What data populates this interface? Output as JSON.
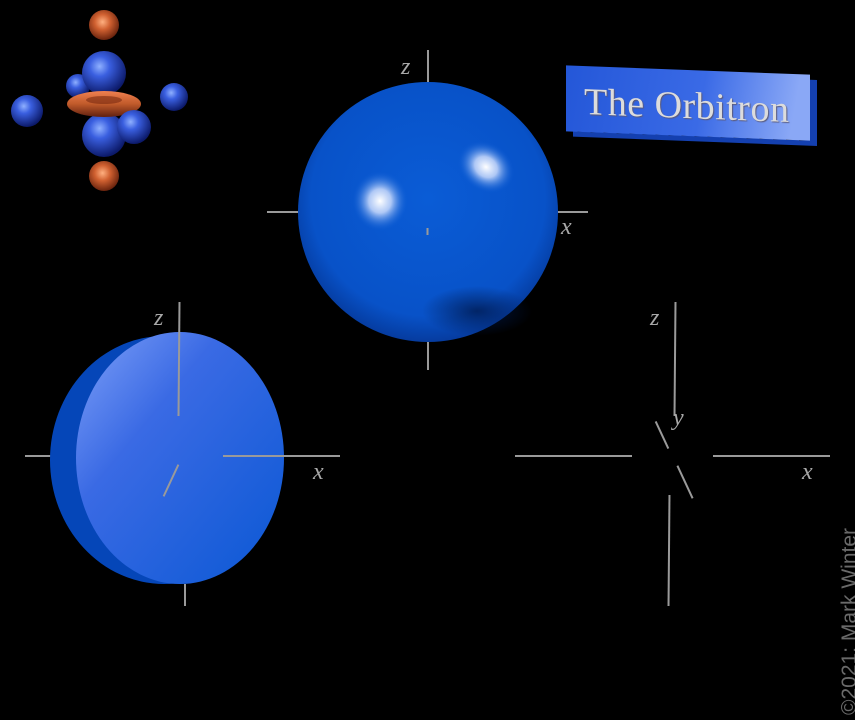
{
  "title": "The Orbitron",
  "copyright": "©2021: Mark Winter",
  "colors": {
    "background": "#000000",
    "orbital_blue": "#0a5ad4",
    "disc_blue": "#2a6ae0",
    "lobe_orange": "#c85a28",
    "axis_gray": "#9a9a9a",
    "title_box": "#3a6ae6"
  },
  "thumbnail": {
    "description": "f-orbital icon with blue and orange lobes",
    "lobes": [
      "blue",
      "orange"
    ]
  },
  "panels": [
    {
      "name": "sphere-panel",
      "shape": "sphere",
      "axes": {
        "z": "z",
        "x": "x"
      }
    },
    {
      "name": "disc-panel",
      "shape": "disc",
      "axes": {
        "z": "z",
        "x": "x"
      }
    },
    {
      "name": "axes-only-panel",
      "shape": "none",
      "axes": {
        "z": "z",
        "y": "y",
        "x": "x"
      }
    }
  ]
}
